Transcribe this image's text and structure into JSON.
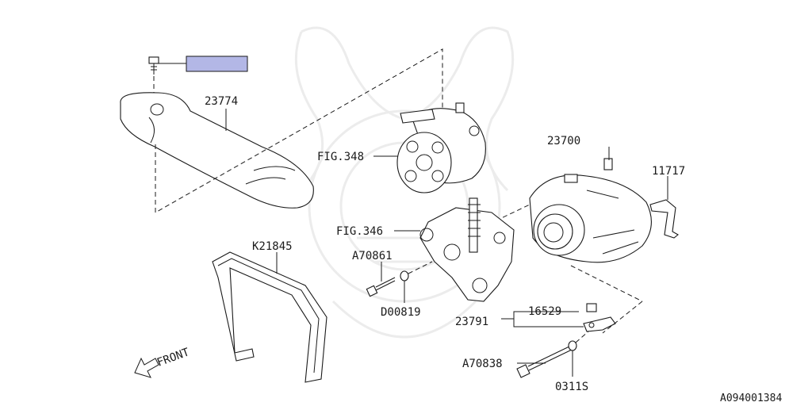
{
  "diagram_id": "A094001384",
  "front_label": "FRONT",
  "part_labels": {
    "belt_cover": "23774",
    "power_steering_ref": "FIG.348",
    "alternator": "23700",
    "bracket_part": "11717",
    "bracket_ref": "FIG.346",
    "bolt_upper": "A70861",
    "washer_upper": "D00819",
    "v_belt": "K21845",
    "alt_bracket_assy": "23791",
    "spacer": "16529",
    "bolt_lower": "A70838",
    "washer_lower": "0311S"
  },
  "colors": {
    "highlight_box": "#b3b7e6",
    "ink": "#1a1a1a",
    "watermark": "#ececec"
  }
}
